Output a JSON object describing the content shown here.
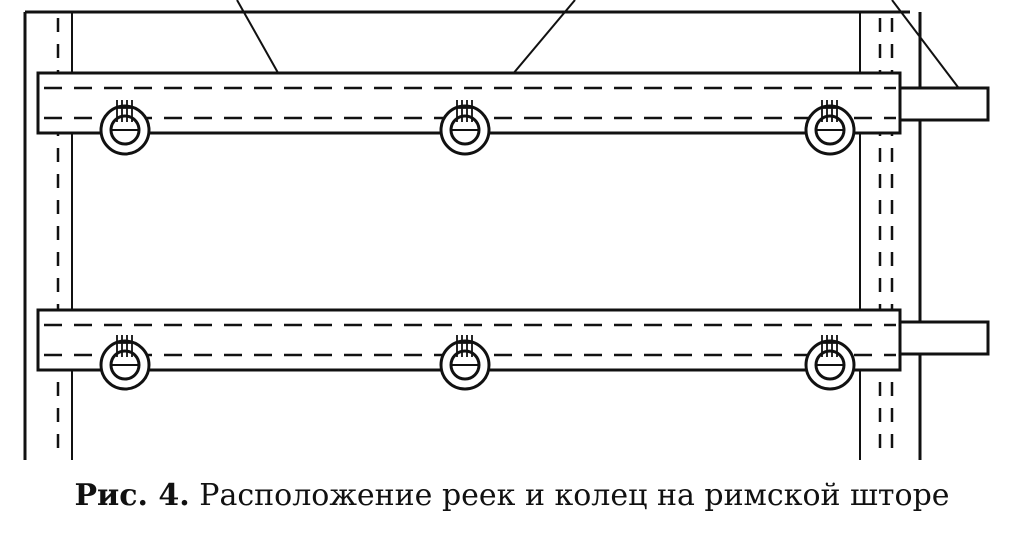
{
  "caption": {
    "label": "Рис. 4.",
    "text": "Расположение реек и колец на римской шторе"
  },
  "diagram": {
    "stroke_color": "#111111",
    "background": "#ffffff",
    "slats": 2,
    "rings_per_slat": 3
  }
}
